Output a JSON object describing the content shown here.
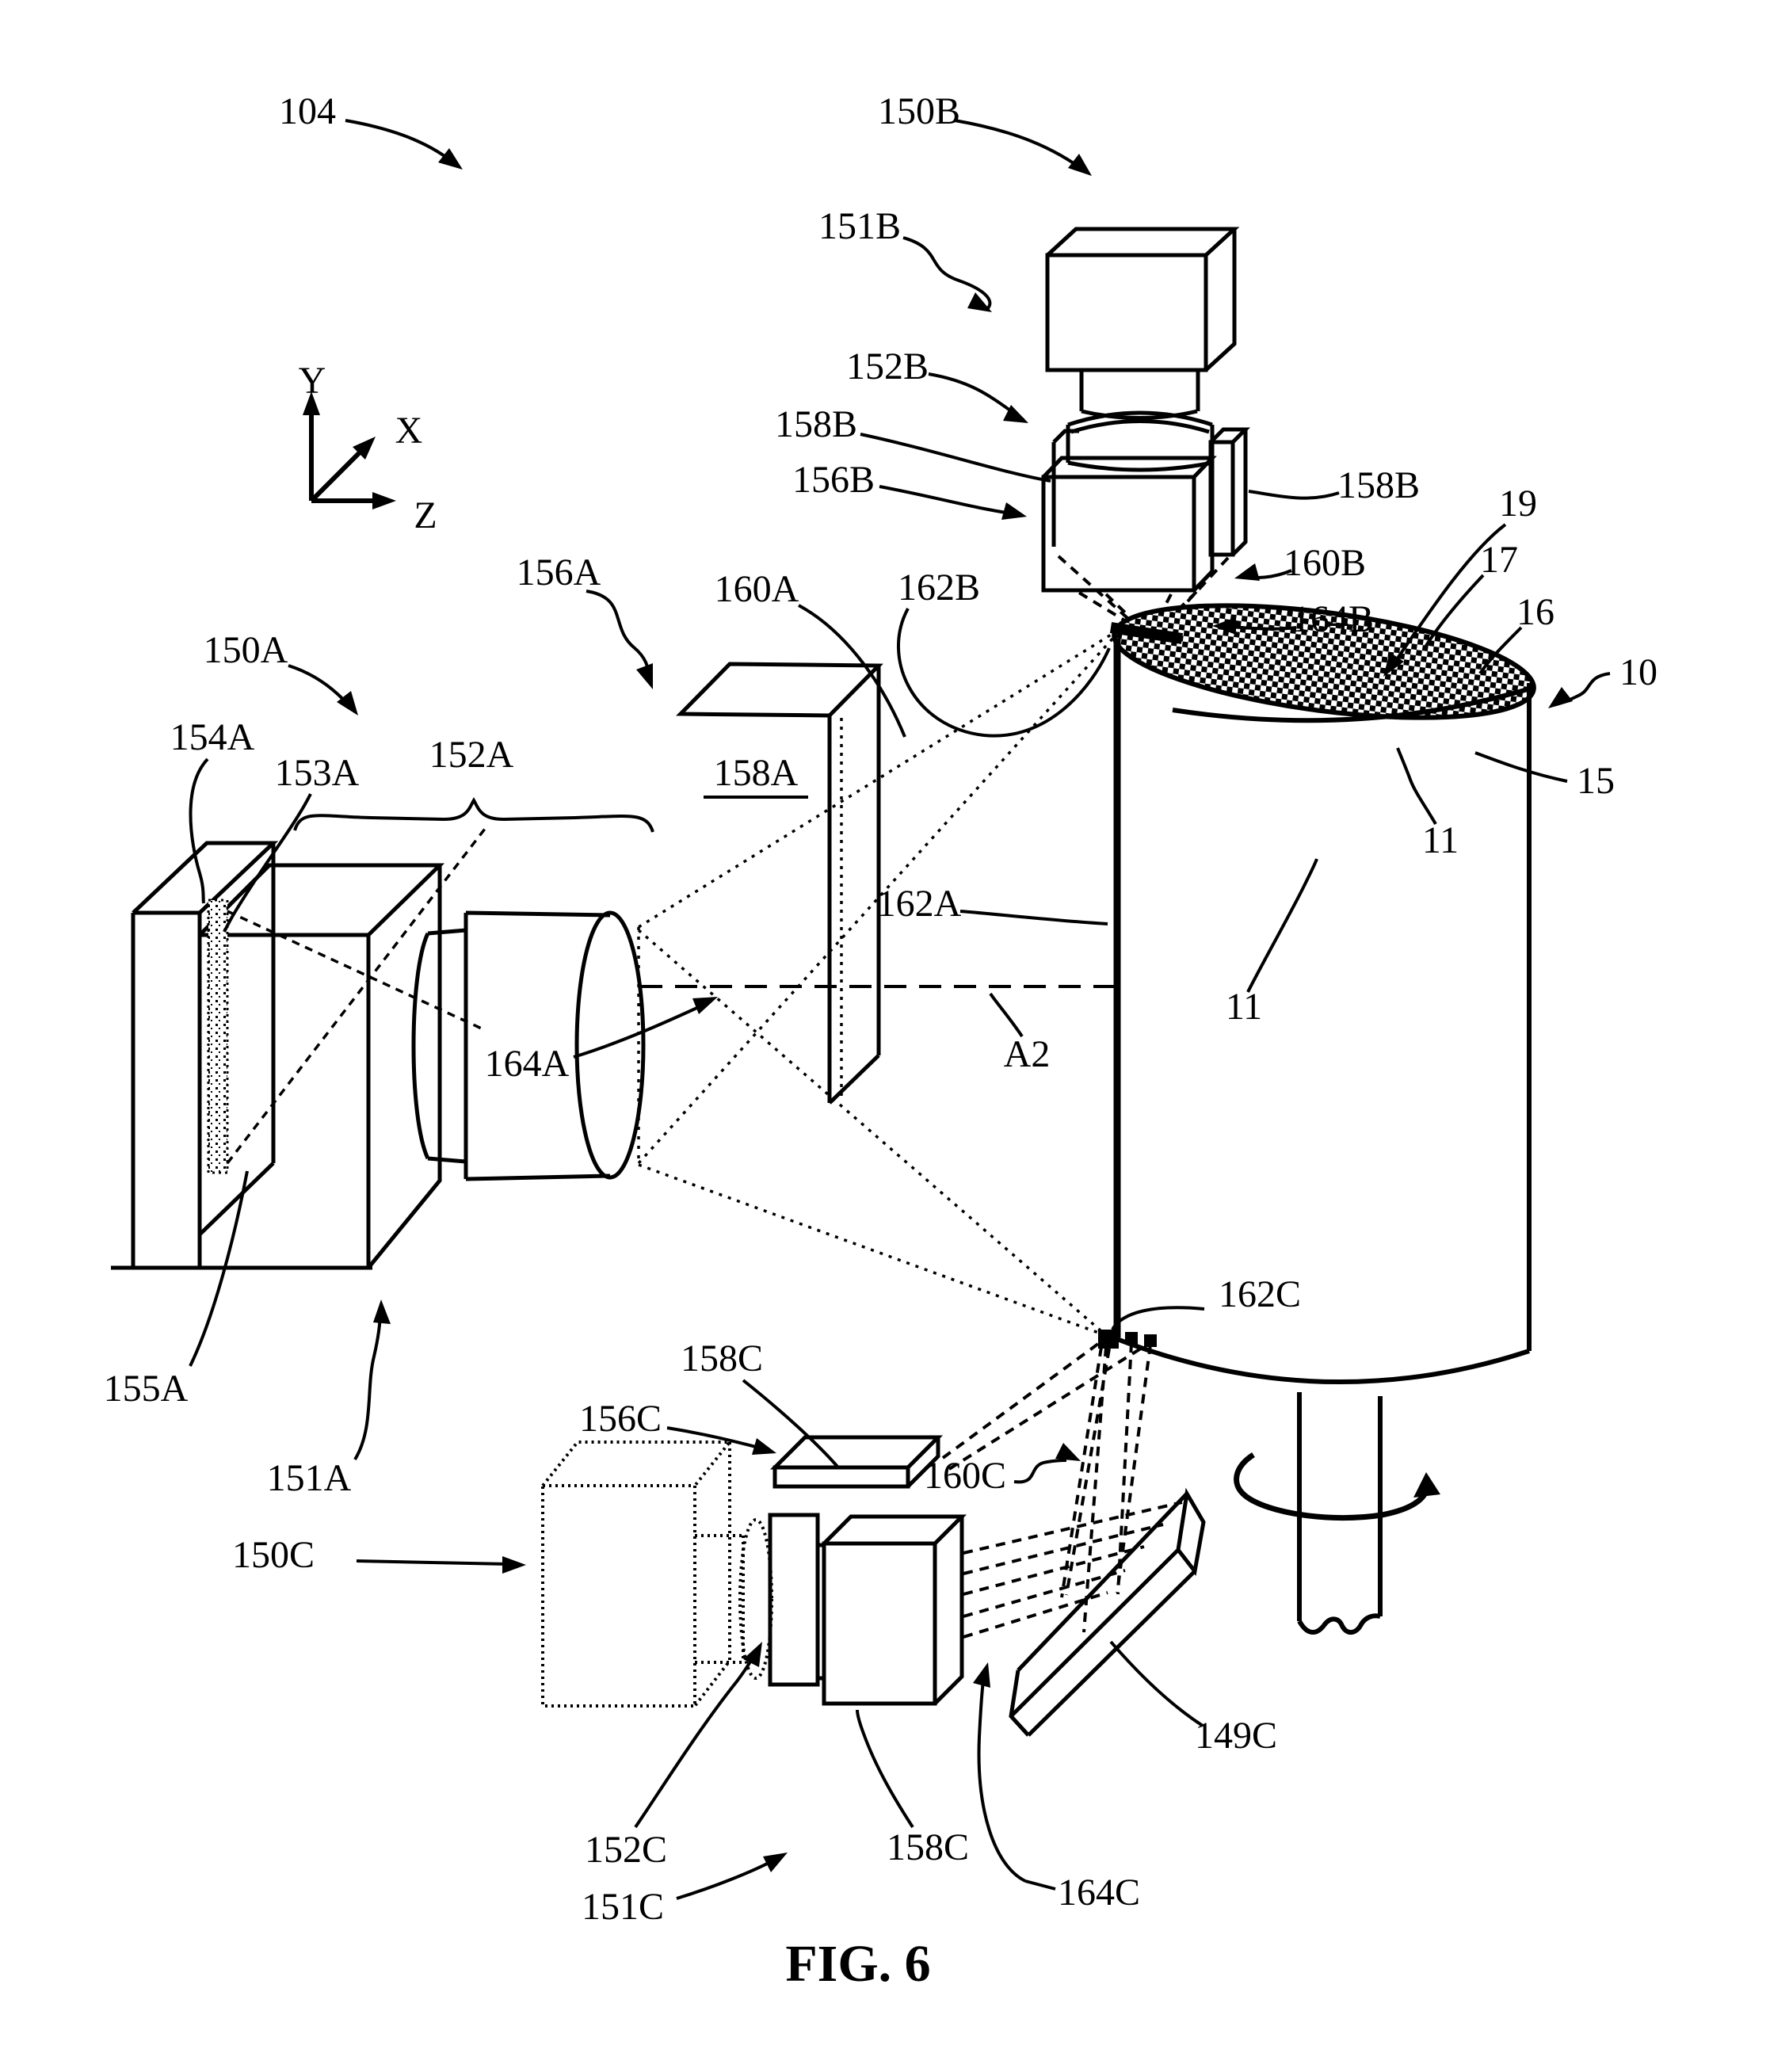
{
  "figure": {
    "caption": "FIG. 6"
  },
  "colors": {
    "ink": "#000000",
    "background": "#ffffff"
  },
  "axes": {
    "x": "X",
    "y": "Y",
    "z": "Z"
  },
  "labels": {
    "l104": "104",
    "l150B": "150B",
    "l151B": "151B",
    "l152B": "152B",
    "l158B_left": "158B",
    "l156B": "156B",
    "l158B_right": "158B",
    "l19": "19",
    "l17": "17",
    "l16": "16",
    "l10": "10",
    "l15": "15",
    "l11_upper": "11",
    "l11_mid": "11",
    "l160B": "160B",
    "l164B": "164B",
    "l162B": "162B",
    "l160A": "160A",
    "l156A": "156A",
    "l158A": "158A",
    "l150A": "150A",
    "l154A": "154A",
    "l153A": "153A",
    "l152A": "152A",
    "l162A": "162A",
    "lA2": "A2",
    "l164A": "164A",
    "l155A": "155A",
    "l151A": "151A",
    "l162C": "162C",
    "l158C_top": "158C",
    "l156C": "156C",
    "l160C": "160C",
    "l150C": "150C",
    "l149C": "149C",
    "l152C": "152C",
    "l158C_bottom": "158C",
    "l164C": "164C",
    "l151C": "151C"
  }
}
